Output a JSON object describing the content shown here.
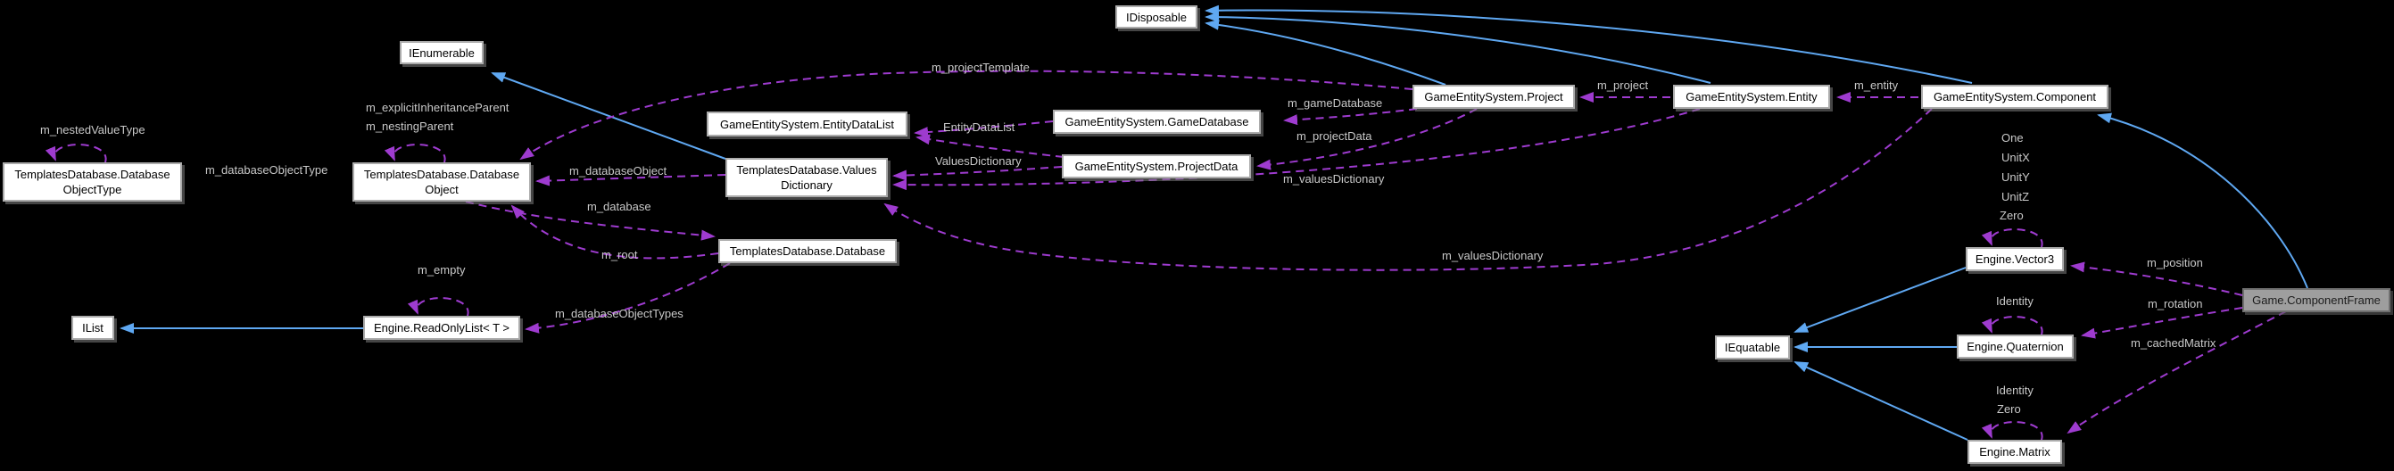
{
  "diagram": {
    "type": "collaboration-graph",
    "focus_node": "Game.ComponentFrame",
    "colors": {
      "background": "#000000",
      "inheritance_edge": "#5FA8F2",
      "member_edge": "#9E3BCF",
      "edge_label_text": "#C9C9C9",
      "node_fill": "#FFFFFF",
      "node_border": "#ABABAB",
      "node_text": "#000000",
      "focus_node_fill": "#9E9E9E"
    }
  },
  "nodes": {
    "idisposable": {
      "label": "IDisposable"
    },
    "ienumerable": {
      "label": "IEnumerable"
    },
    "entity_data_list": {
      "label": "GameEntitySystem.EntityDataList"
    },
    "values_dictionary": {
      "line1": "TemplatesDatabase.Values",
      "line2": "Dictionary"
    },
    "game_database": {
      "label": "GameEntitySystem.GameDatabase"
    },
    "project_data": {
      "label": "GameEntitySystem.ProjectData"
    },
    "project": {
      "label": "GameEntitySystem.Project"
    },
    "entity": {
      "label": "GameEntitySystem.Entity"
    },
    "component": {
      "label": "GameEntitySystem.Component"
    },
    "database_object_type": {
      "line1": "TemplatesDatabase.Database",
      "line2": "ObjectType"
    },
    "database_object": {
      "line1": "TemplatesDatabase.Database",
      "line2": "Object"
    },
    "database": {
      "label": "TemplatesDatabase.Database"
    },
    "ilist": {
      "label": "IList"
    },
    "read_only_list": {
      "label": "Engine.ReadOnlyList< T >"
    },
    "vector3": {
      "label": "Engine.Vector3"
    },
    "iequatable": {
      "label": "IEquatable"
    },
    "quaternion": {
      "label": "Engine.Quaternion"
    },
    "matrix": {
      "label": "Engine.Matrix"
    },
    "component_frame": {
      "label": "Game.ComponentFrame"
    }
  },
  "edge_labels": {
    "m_projectTemplate": "m_projectTemplate",
    "m_gameDatabase": "m_gameDatabase",
    "m_project": "m_project",
    "m_entity": "m_entity",
    "EntityDataList": "EntityDataList",
    "ValuesDictionary": "ValuesDictionary",
    "m_projectData": "m_projectData",
    "m_valuesDictionary_entity": "m_valuesDictionary",
    "m_valuesDictionary_component": "m_valuesDictionary",
    "m_nestedValueType": "m_nestedValueType",
    "m_explicitInheritanceParent": "m_explicitInheritanceParent",
    "m_nestingParent": "m_nestingParent",
    "m_databaseObjectType": "m_databaseObjectType",
    "m_databaseObject": "m_databaseObject",
    "m_database": "m_database",
    "m_root": "m_root",
    "m_databaseObjectTypes": "m_databaseObjectTypes",
    "m_empty": "m_empty",
    "one": "One",
    "unitx": "UnitX",
    "unity": "UnitY",
    "unitz": "UnitZ",
    "zero_vector3": "Zero",
    "identity_quaternion": "Identity",
    "identity_matrix": "Identity",
    "zero_matrix": "Zero",
    "m_position": "m_position",
    "m_rotation": "m_rotation",
    "m_cachedMatrix": "m_cachedMatrix"
  }
}
